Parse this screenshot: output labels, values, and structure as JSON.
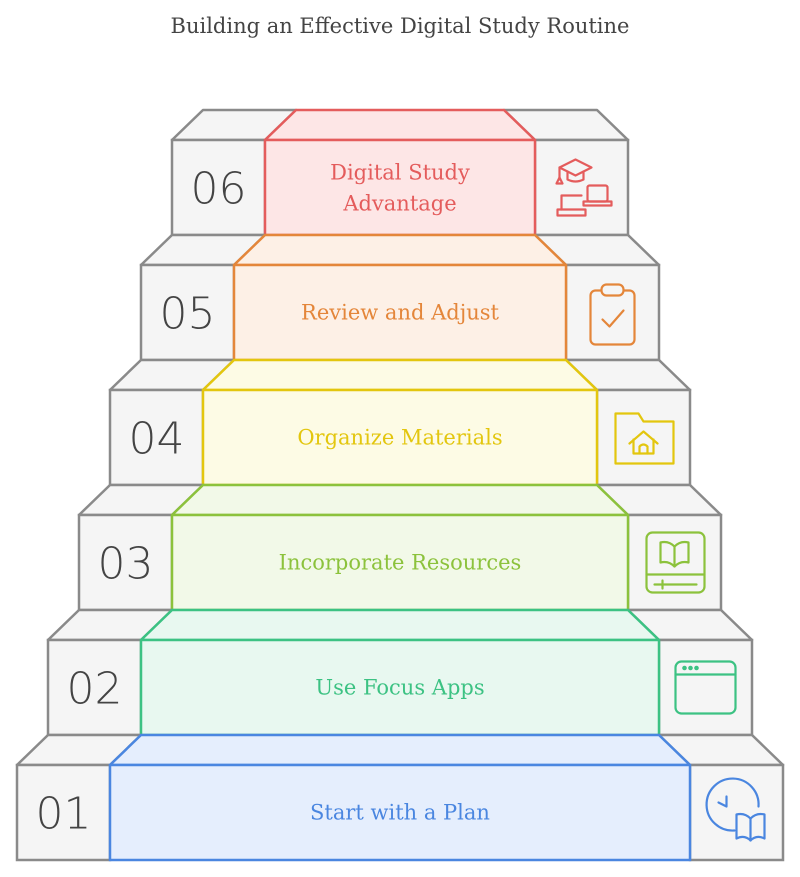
{
  "title": "Building an Effective Digital Study Routine",
  "steps": [
    {
      "number": "01",
      "label_lines": [
        "Start with a Plan"
      ],
      "icon": "clock-book-icon",
      "stroke": "#4a86e0",
      "fill": "#e5eefd"
    },
    {
      "number": "02",
      "label_lines": [
        "Use Focus Apps"
      ],
      "icon": "browser-window-icon",
      "stroke": "#3cc283",
      "fill": "#e8f8f0"
    },
    {
      "number": "03",
      "label_lines": [
        "Incorporate Resources"
      ],
      "icon": "ebook-reader-icon",
      "stroke": "#8cc23c",
      "fill": "#f2f9e8"
    },
    {
      "number": "04",
      "label_lines": [
        "Organize Materials"
      ],
      "icon": "home-folder-icon",
      "stroke": "#e3c60e",
      "fill": "#fdfbe5"
    },
    {
      "number": "05",
      "label_lines": [
        "Review and Adjust"
      ],
      "icon": "clipboard-check-icon",
      "stroke": "#e4863a",
      "fill": "#fdf0e6"
    },
    {
      "number": "06",
      "label_lines": [
        "Digital Study",
        "Advantage"
      ],
      "icon": "graduation-laptops-icon",
      "stroke": "#e45c5c",
      "fill": "#fde6e6"
    }
  ],
  "colors": {
    "block_fill": "#f5f5f5",
    "block_stroke": "#8a8a8a",
    "number_color": "#444444",
    "title_color": "#444444"
  }
}
